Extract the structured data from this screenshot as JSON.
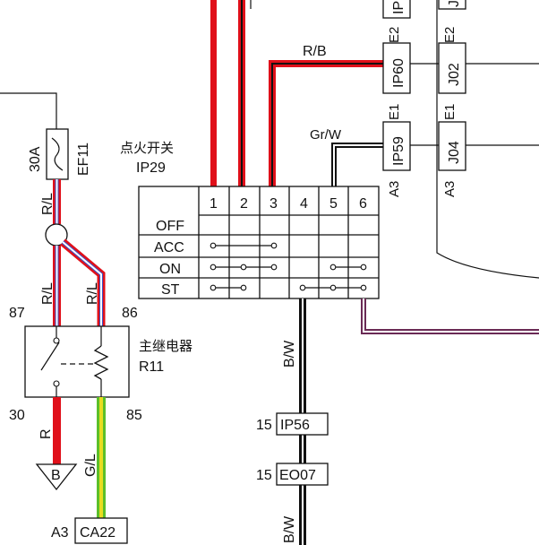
{
  "colors": {
    "red": "#e0101a",
    "black": "#111111",
    "green": "#5bbf2a",
    "yellow": "#e8dc20",
    "purple": "#6a2a55",
    "blue": "#3a55c8",
    "white": "#ffffff"
  },
  "ignition": {
    "title": "点火开关",
    "code": "IP29",
    "columns": [
      "1",
      "2",
      "3",
      "4",
      "5",
      "6"
    ],
    "rows": [
      "OFF",
      "ACC",
      "ON",
      "ST"
    ]
  },
  "relay": {
    "title": "主继电器",
    "code": "R11",
    "pin_87": "87",
    "pin_86": "86",
    "pin_30": "30",
    "pin_85": "85"
  },
  "fuse": {
    "rating": "30A",
    "code": "EF11"
  },
  "wires": {
    "rl_top": "R/L",
    "rl_left": "R/L",
    "rl_right": "R/L",
    "r": "R",
    "gl": "G/L",
    "rb": "R/B",
    "grw": "Gr/W",
    "bw_upper": "B/W",
    "bw_lower": "B/W"
  },
  "ground": {
    "label": "B"
  },
  "connectors": {
    "ip_top": "IP",
    "j_top": "J",
    "e2_left": "E2",
    "e2_right": "E2",
    "ip60": "IP60",
    "j02": "J02",
    "e1_left": "E1",
    "e1_right": "E1",
    "ip59": "IP59",
    "j04": "J04",
    "a3_left": "A3",
    "a3_right": "A3",
    "ip56_pin": "15",
    "ip56": "IP56",
    "eo07_pin": "15",
    "eo07": "EO07",
    "ca22_pin": "A3",
    "ca22": "CA22"
  }
}
